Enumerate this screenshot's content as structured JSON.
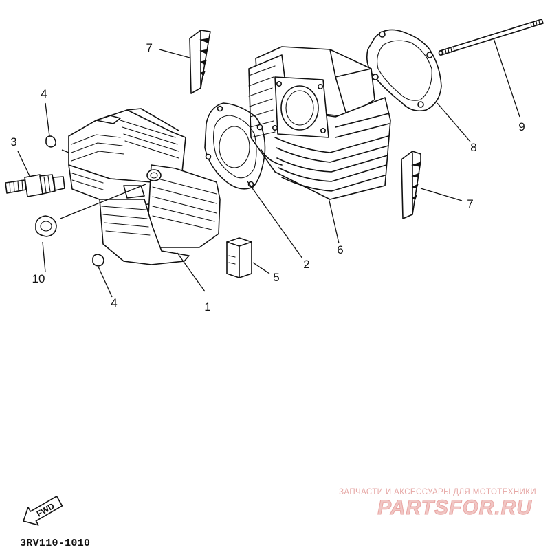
{
  "callouts": {
    "c1": "1",
    "c2": "2",
    "c3": "3",
    "c4a": "4",
    "c4b": "4",
    "c5": "5",
    "c6": "6",
    "c7a": "7",
    "c7b": "7",
    "c8": "8",
    "c9": "9",
    "c10": "10"
  },
  "fwd_label": "FWD",
  "part_code": "3RV110-1010",
  "watermark": {
    "tagline": "ЗАПЧАСТИ И АКСЕССУАРЫ ДЛЯ МОТОТЕХНИКИ",
    "logo": "PARTSFOR.RU"
  }
}
